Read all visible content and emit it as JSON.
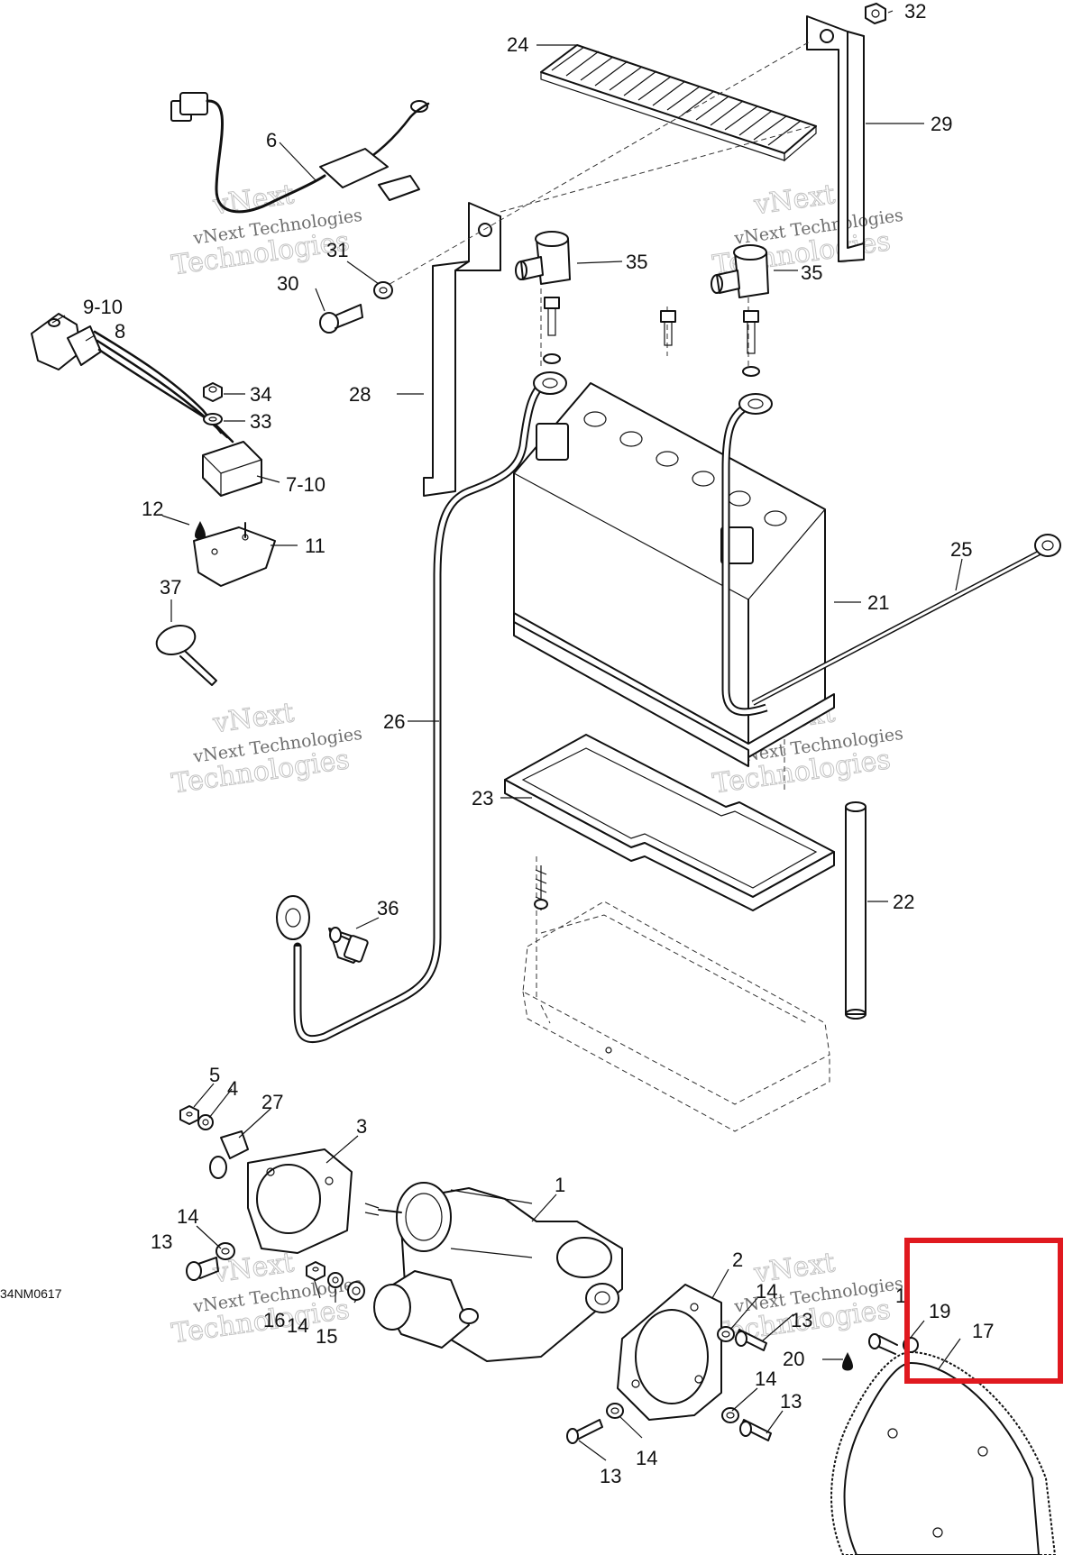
{
  "callouts": {
    "c32": "32",
    "c24": "24",
    "c29": "29",
    "c6": "6",
    "c35a": "35",
    "c35b": "35",
    "c31": "31",
    "c30": "30",
    "c9_10": "9-10",
    "c8": "8",
    "c34": "34",
    "c33": "33",
    "c28": "28",
    "c7_10": "7-10",
    "c12": "12",
    "c11": "11",
    "c25": "25",
    "c21": "21",
    "c37": "37",
    "c26": "26",
    "c23": "23",
    "c22": "22",
    "c36": "36",
    "c5": "5",
    "c4": "4",
    "c27": "27",
    "c3": "3",
    "c1": "1",
    "c14a": "14",
    "c13a": "13",
    "c2": "2",
    "c16": "16",
    "c14b": "14",
    "c15": "15",
    "c14c": "14",
    "c13b": "13",
    "c1b": "1",
    "c19": "19",
    "c17": "17",
    "c14d": "14",
    "c20": "20",
    "c13c": "13",
    "c13d": "13",
    "c14e": "14"
  },
  "figure_ref": "34NM0617",
  "watermark": {
    "line1": "vNext",
    "line2": "vNext Technologies",
    "line3": "Technologies"
  },
  "highlight": {
    "color": "#e0191f",
    "target": "19, 17"
  }
}
